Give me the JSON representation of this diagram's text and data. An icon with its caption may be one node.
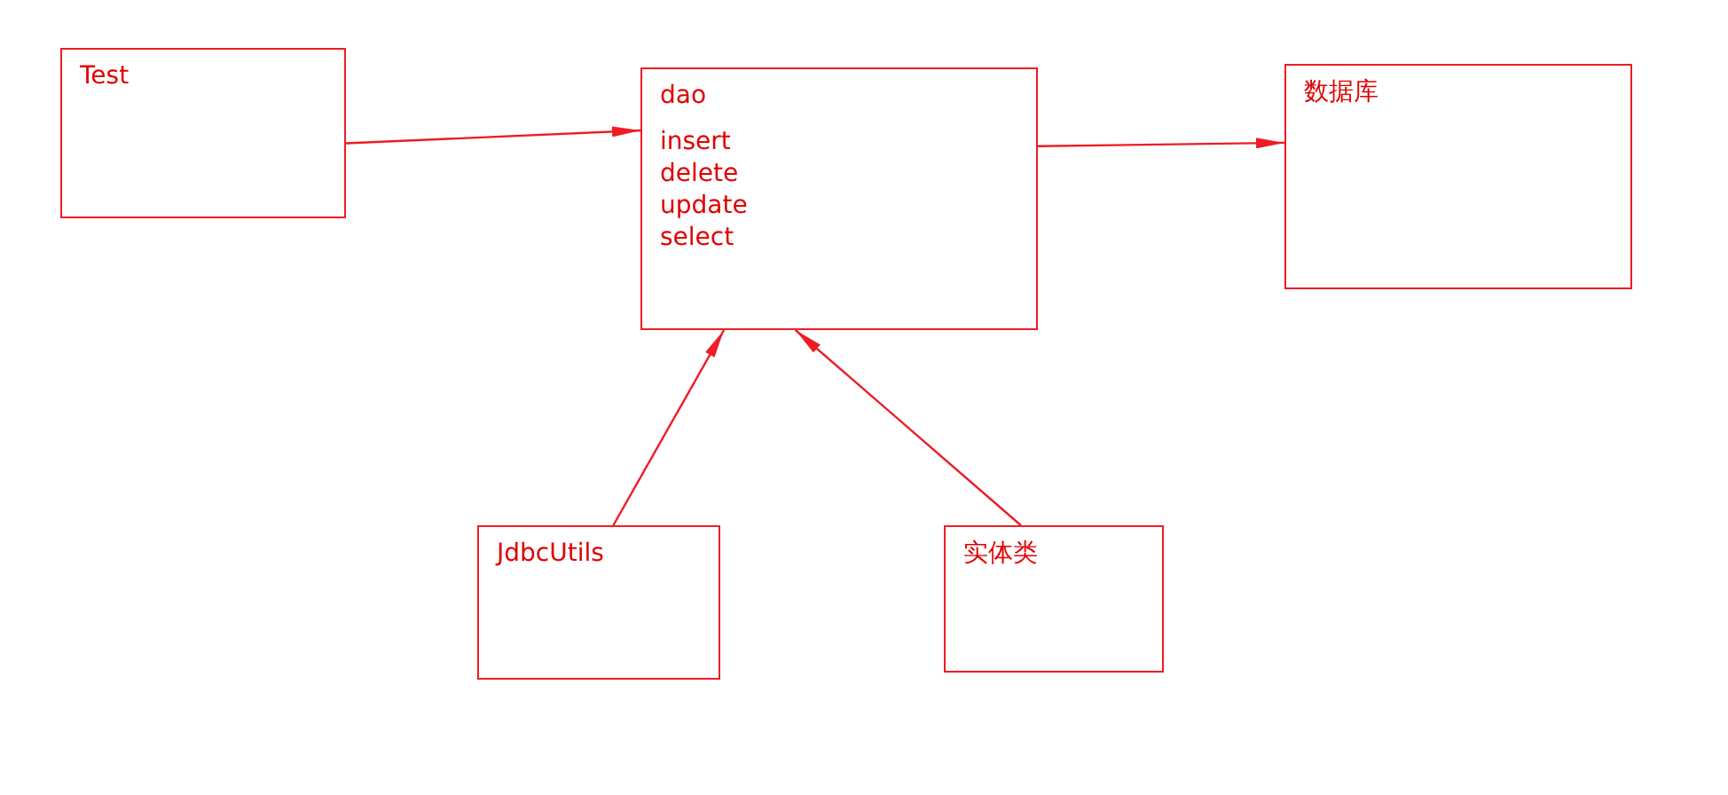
{
  "diagram": {
    "nodes": [
      {
        "text": [
          "Test"
        ]
      },
      {
        "text": [
          "dao",
          "insert",
          "delete",
          "update",
          "select"
        ]
      },
      {
        "text": [
          "数据库"
        ]
      },
      {
        "text": [
          "JdbcUtils"
        ]
      },
      {
        "text": [
          "实体类"
        ]
      }
    ],
    "edges": [
      {
        "from": 0,
        "to": 1,
        "arrow": "to"
      },
      {
        "from": 1,
        "to": 2,
        "arrow": "to"
      },
      {
        "from": 3,
        "to": 1,
        "arrow": "to"
      },
      {
        "from": 4,
        "to": 1,
        "arrow": "to"
      }
    ]
  }
}
